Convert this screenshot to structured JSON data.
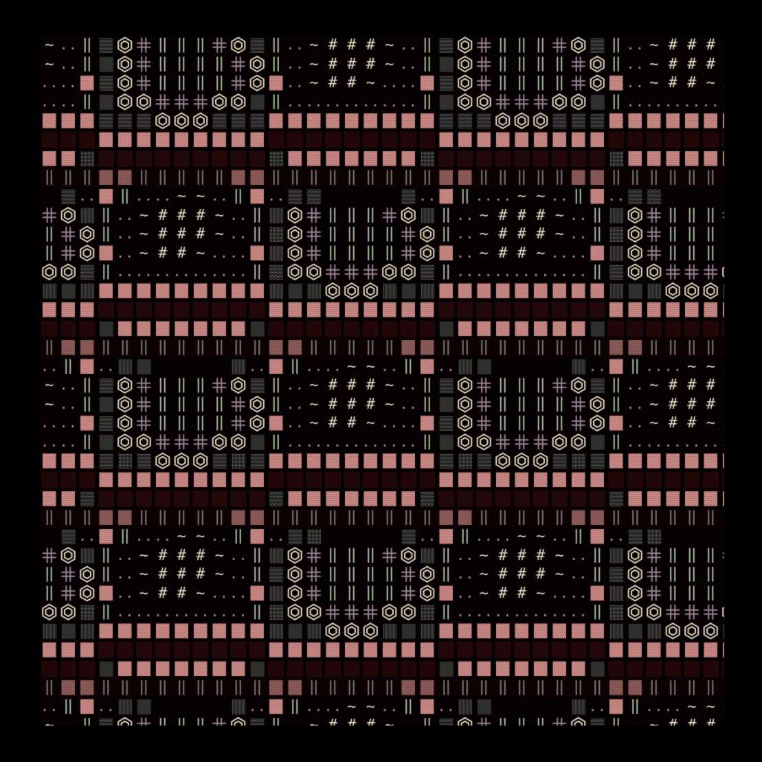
{
  "colors": {
    "background": "#000000",
    "salmon": "#c98a86",
    "salmon_dot": "#7a4a48",
    "cream": "#e3dcc4",
    "green": "#aebfa7",
    "mauve": "#9a8593",
    "dark_red": "#3a0b0e",
    "dark_brown": "#1b0708",
    "gray_stipple": "#8d8d88"
  },
  "symbols": {
    "pillar": "║",
    "hash": "#",
    "dash": "'~'",
    "dots": "..",
    "cross": "╬",
    "ring": "hexagon-icon"
  },
  "pattern": {
    "tile_columns": 2,
    "tile_rows": 2,
    "motifs": [
      "emblem-block",
      "alcove-block"
    ]
  }
}
